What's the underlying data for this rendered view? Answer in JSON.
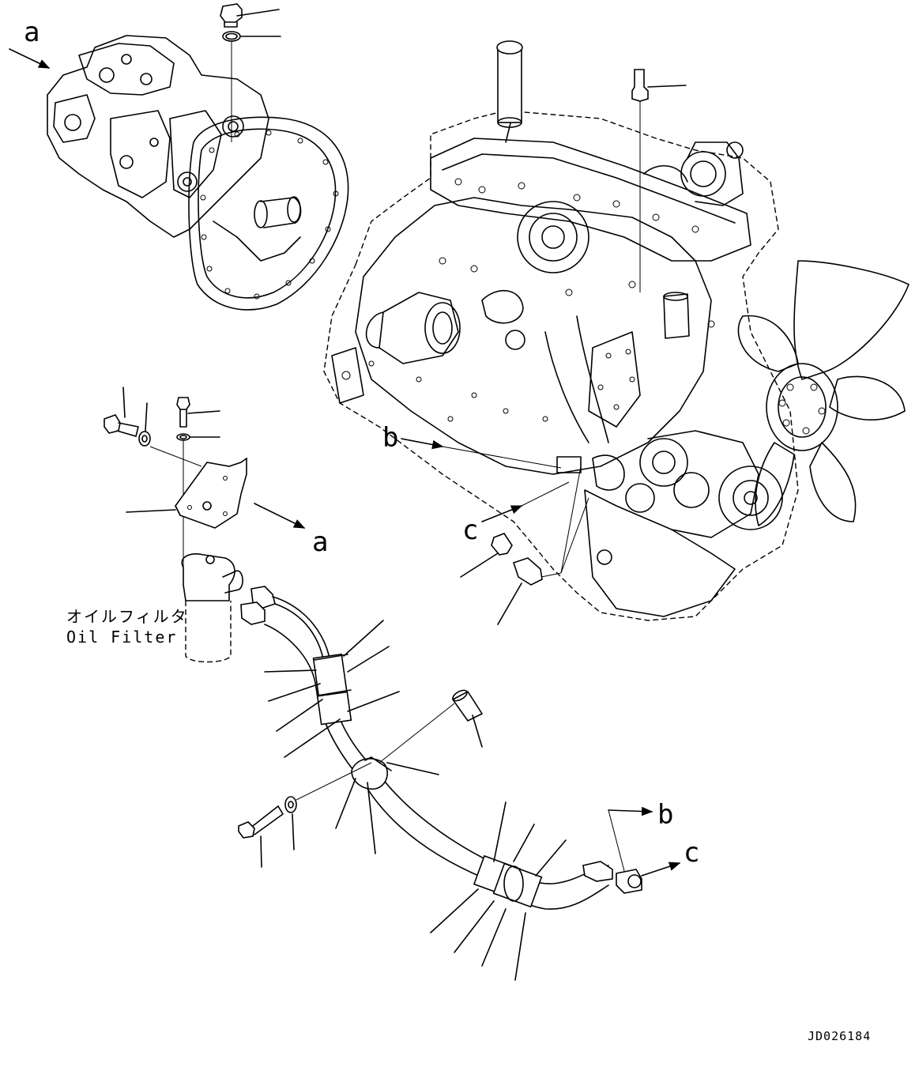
{
  "labels": {
    "a_top": "a",
    "a_bracket": "a",
    "b_engine": "b",
    "c_engine": "c",
    "b_hose": "b",
    "c_hose": "c"
  },
  "oil_filter": {
    "label_jp": "オイルフィルタ",
    "label_en": "Oil Filter"
  },
  "drawing_code": "JD026184"
}
